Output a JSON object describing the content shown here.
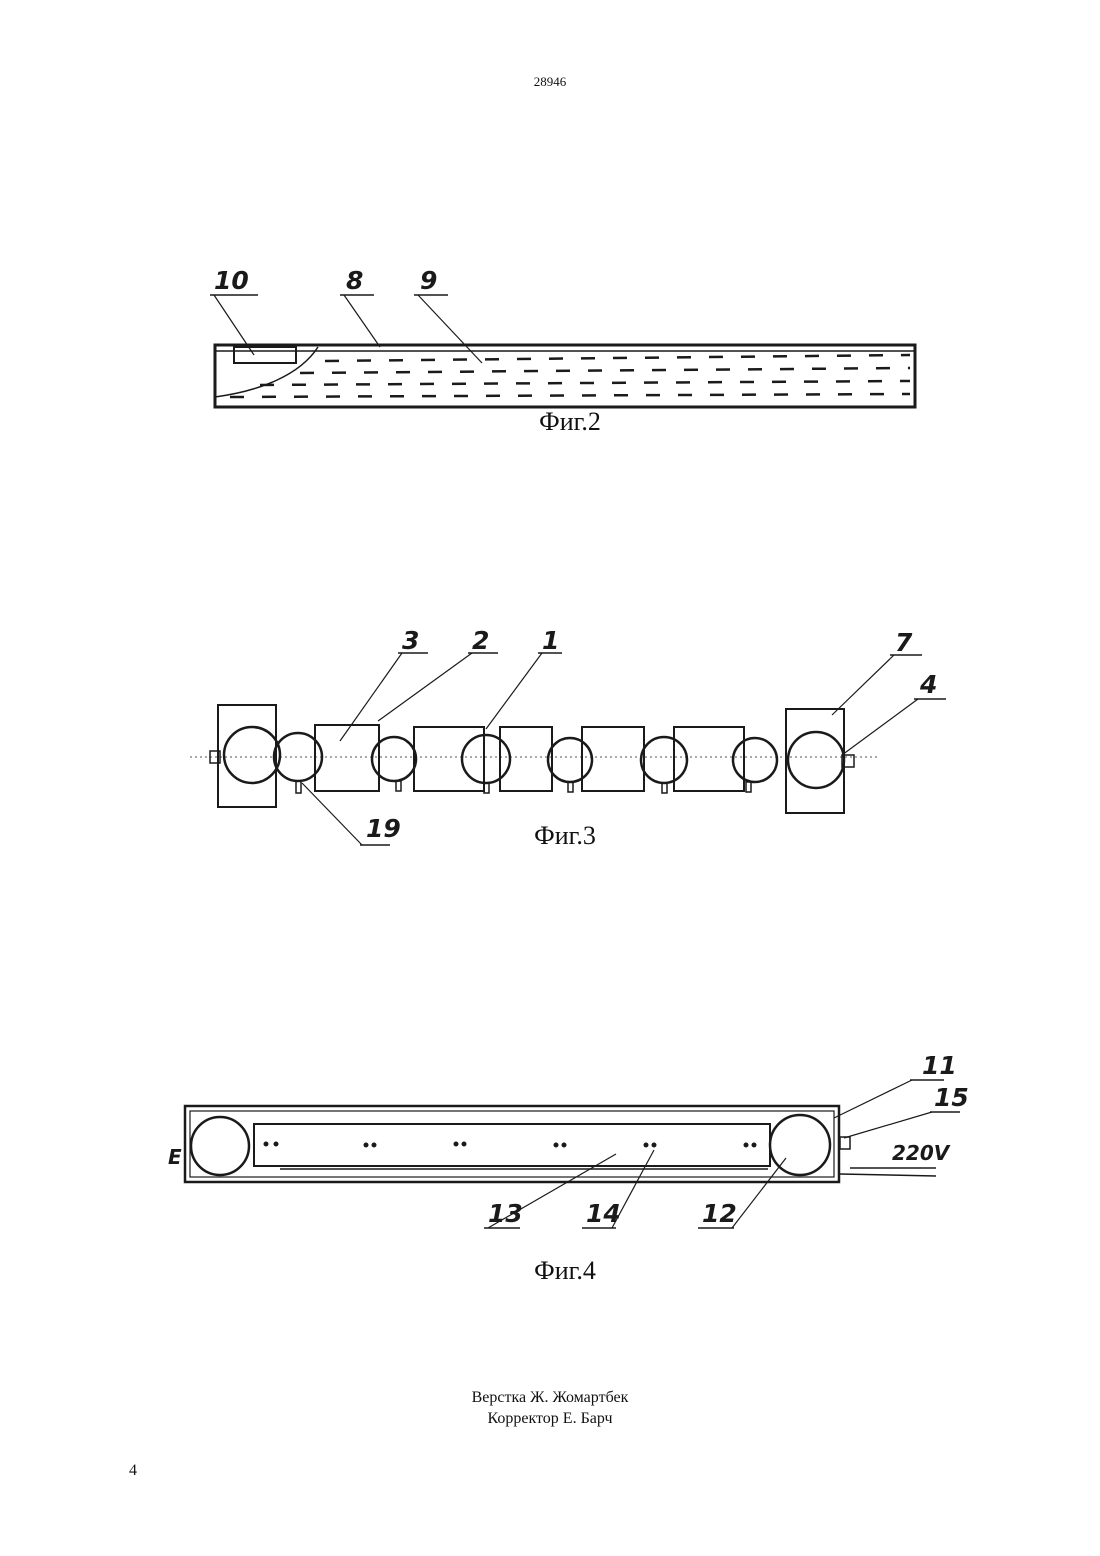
{
  "header": {
    "document_number": "28946"
  },
  "figures": [
    {
      "caption": "Фиг.2",
      "labels": [
        "10",
        "8",
        "9"
      ]
    },
    {
      "caption": "Фиг.3",
      "labels": [
        "3",
        "2",
        "1",
        "7",
        "4",
        "19"
      ]
    },
    {
      "caption": "Фиг.4",
      "labels": [
        "11",
        "15",
        "220V",
        "13",
        "14",
        "12",
        "E"
      ]
    }
  ],
  "footer": {
    "layout_credit": "Верстка Ж. Жомартбек",
    "proofreader_credit": "Корректор Е. Барч"
  },
  "page_number": "4"
}
